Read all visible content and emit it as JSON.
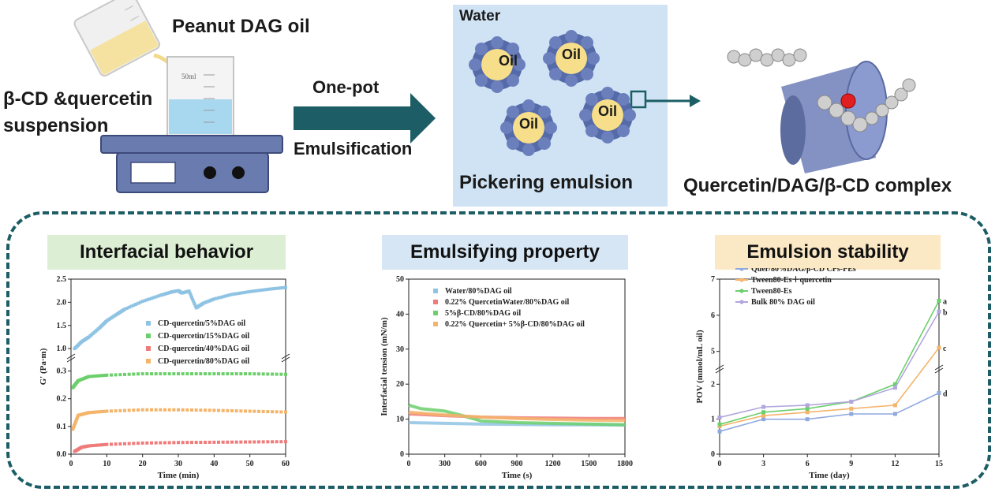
{
  "top": {
    "peanut_label": "Peanut DAG oil",
    "suspension_line1": "β-CD &quercetin",
    "suspension_line2": "suspension",
    "beaker_small_label": "50ml",
    "arrow_top_label": "One-pot",
    "arrow_bottom_label": "Emulsification",
    "water_label": "Water",
    "oil_label": "Oil",
    "emulsion_label": "Pickering emulsion",
    "complex_label": "Quercetin/DAG/β-CD complex"
  },
  "panels": [
    {
      "title": "Interfacial behavior",
      "bg": "#dcefd4"
    },
    {
      "title": "Emulsifying property",
      "bg": "#d6e6f4"
    },
    {
      "title": "Emulsion stability",
      "bg": "#fbe9c5"
    }
  ],
  "colors": {
    "blue": "#8fc3e3",
    "green": "#6ccf6c",
    "red": "#ef7b7b",
    "orange": "#f4b46a",
    "purple": "#b2a6dd",
    "teal": "#1d5e66",
    "grey": "#8a8a8a"
  },
  "chart_data": [
    {
      "type": "scatter",
      "ylabel": "G' (Pa·m)",
      "xlabel": "Time (min)",
      "xlim": [
        0,
        60
      ],
      "x_ticks": [
        "0",
        "10",
        "20",
        "30",
        "40",
        "50",
        "60"
      ],
      "y_ticks_lower": [
        "0.0",
        "0.1",
        "0.2",
        "0.3"
      ],
      "y_ticks_upper": [
        "1.0",
        "1.5",
        "2.0",
        "2.5"
      ],
      "legend": "right",
      "series": [
        {
          "name": "CD-quercetin/5%DAG oil",
          "color": "#8fc3e3",
          "x": [
            1,
            3,
            5,
            8,
            10,
            13,
            15,
            20,
            25,
            28,
            30,
            31,
            33,
            35,
            37,
            40,
            45,
            50,
            55,
            60
          ],
          "y": [
            1.0,
            1.15,
            1.25,
            1.45,
            1.6,
            1.75,
            1.85,
            2.02,
            2.15,
            2.22,
            2.25,
            2.2,
            2.24,
            1.88,
            1.98,
            2.07,
            2.17,
            2.23,
            2.28,
            2.32
          ]
        },
        {
          "name": "CD-quercetin/15%DAG oil",
          "color": "#6ccf6c",
          "x": [
            0.5,
            2,
            5,
            10,
            20,
            30,
            40,
            50,
            60
          ],
          "y": [
            0.24,
            0.265,
            0.28,
            0.285,
            0.29,
            0.29,
            0.29,
            0.29,
            0.288
          ]
        },
        {
          "name": "CD-quercetin/40%DAG oil",
          "color": "#ef7b7b",
          "x": [
            1,
            3,
            5,
            10,
            20,
            30,
            40,
            50,
            60
          ],
          "y": [
            0.01,
            0.025,
            0.03,
            0.035,
            0.04,
            0.042,
            0.043,
            0.044,
            0.045
          ]
        },
        {
          "name": "CD-quercetin/80%DAG oil",
          "color": "#f4b46a",
          "x": [
            0.5,
            2,
            5,
            10,
            20,
            30,
            40,
            50,
            60
          ],
          "y": [
            0.09,
            0.14,
            0.15,
            0.155,
            0.16,
            0.16,
            0.158,
            0.155,
            0.152
          ]
        }
      ]
    },
    {
      "type": "line",
      "ylabel": "Interfacial tension (mN/m)",
      "xlabel": "Time (s)",
      "xlim": [
        0,
        1800
      ],
      "ylim": [
        0,
        50
      ],
      "x_ticks": [
        "0",
        "300",
        "600",
        "900",
        "1200",
        "1500",
        "1800"
      ],
      "y_ticks": [
        "0",
        "10",
        "20",
        "30",
        "40",
        "50"
      ],
      "legend": "top",
      "series": [
        {
          "name": "Water/80%DAG oil",
          "color": "#8fc3e3",
          "x": [
            0,
            300,
            600,
            900,
            1200,
            1500,
            1800
          ],
          "y": [
            9.0,
            8.8,
            8.6,
            8.5,
            8.4,
            8.4,
            8.3
          ]
        },
        {
          "name": "0.22% QuercetinWater/80%DAG oil",
          "color": "#ef7b7b",
          "x": [
            0,
            300,
            600,
            900,
            1200,
            1500,
            1800
          ],
          "y": [
            11.5,
            11.0,
            10.6,
            10.4,
            10.3,
            10.2,
            10.2
          ]
        },
        {
          "name": "5%β-CD/80%DAG oil",
          "color": "#6ccf6c",
          "x": [
            0,
            100,
            300,
            450,
            600,
            900,
            1200,
            1500,
            1800
          ],
          "y": [
            14.0,
            13.0,
            12.3,
            11.0,
            9.5,
            9.0,
            8.8,
            8.6,
            8.4
          ]
        },
        {
          "name": "0.22% Quercetin+ 5%β-CD/80%DAG oil",
          "color": "#f4b46a",
          "x": [
            0,
            300,
            600,
            900,
            1200,
            1500,
            1800
          ],
          "y": [
            12.0,
            11.2,
            10.6,
            10.2,
            9.9,
            9.7,
            9.6
          ]
        }
      ]
    },
    {
      "type": "line",
      "ylabel": "POV (mmol/mL oil)",
      "xlabel": "Time (day)",
      "xlim": [
        0,
        15
      ],
      "x_ticks": [
        "0",
        "3",
        "6",
        "9",
        "12",
        "15"
      ],
      "y_ticks_lower": [
        "0",
        "1",
        "2"
      ],
      "y_ticks_upper": [
        "5",
        "6",
        "7"
      ],
      "legend": "top-left",
      "series": [
        {
          "name": "Quer/80%DAG/β-CD CPs-PEs",
          "color": "#8fa9df",
          "x": [
            0,
            3,
            6,
            9,
            12,
            15
          ],
          "y": [
            0.65,
            1.0,
            1.0,
            1.15,
            1.15,
            1.75
          ],
          "letter": "d"
        },
        {
          "name": "Tween80-Es＋quercetin",
          "color": "#f4b46a",
          "x": [
            0,
            3,
            6,
            9,
            12,
            15
          ],
          "y": [
            0.8,
            1.1,
            1.2,
            1.3,
            1.4,
            5.1
          ],
          "letter": "c"
        },
        {
          "name": "Tween80-Es",
          "color": "#6ccf6c",
          "x": [
            0,
            3,
            6,
            9,
            12,
            15
          ],
          "y": [
            0.85,
            1.2,
            1.3,
            1.5,
            2.0,
            6.4
          ],
          "letter": "a"
        },
        {
          "name": "Bulk 80% DAG oil",
          "color": "#b2a6dd",
          "x": [
            0,
            3,
            6,
            9,
            12,
            15
          ],
          "y": [
            1.05,
            1.35,
            1.4,
            1.5,
            1.9,
            6.1
          ],
          "letter": "b"
        }
      ]
    }
  ]
}
